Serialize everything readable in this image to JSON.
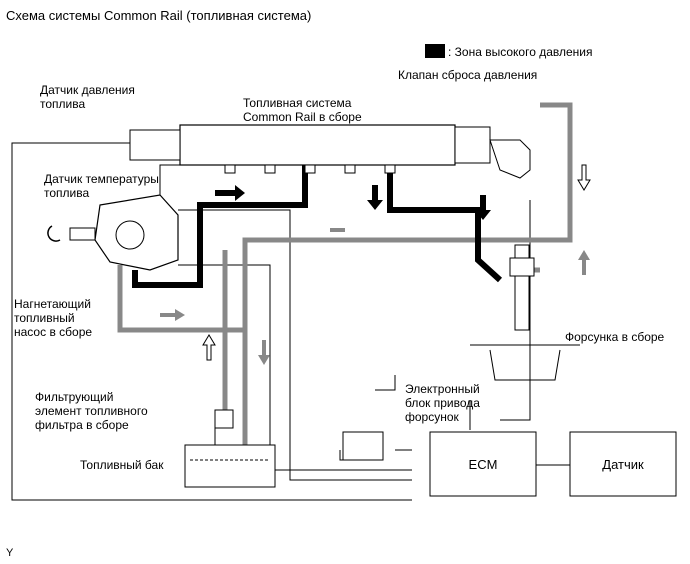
{
  "title": "Схема системы Common Rail (топливная система)",
  "legend": {
    "high_pressure_zone": ": Зона высокого давления"
  },
  "labels": {
    "fuel_pressure_sensor": "Датчик давления\nтоплива",
    "common_rail_assembly": "Топливная система\nCommon Rail в сборе",
    "pressure_relief_valve": "Клапан сброса давления",
    "fuel_temp_sensor": "Датчик температуры\nтоплива",
    "supply_pump": "Нагнетающий\nтопливный\nнасос в сборе",
    "injector_assembly": "Форсунка в сборе",
    "fuel_filter": "Фильтрующий\nэлемент топливного\nфильтра в сборе",
    "fuel_tank": "Топливный бак",
    "edu": "Электронный\nблок привода\nфорсунок",
    "ecm": "ECM",
    "sensor": "Датчик"
  },
  "footer": "Y",
  "colors": {
    "high_pressure": "#000000",
    "low_pressure": "#999999",
    "line": "#000000"
  }
}
